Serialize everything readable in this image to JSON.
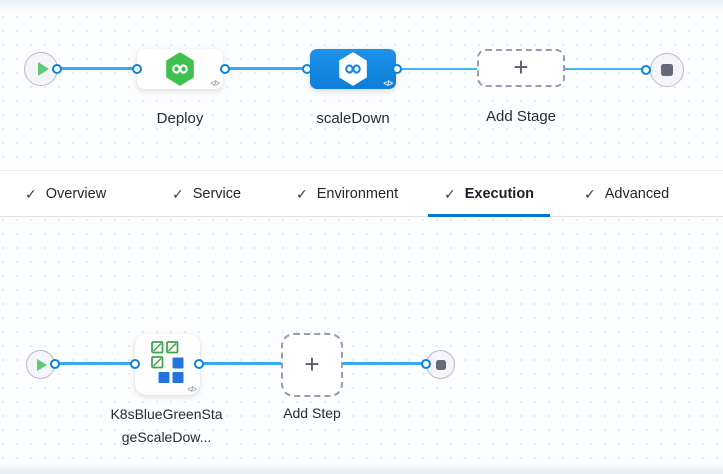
{
  "stage_canvas": {
    "stages": [
      {
        "label": "Deploy",
        "selected": false
      },
      {
        "label": "scaleDown",
        "selected": true
      },
      {
        "label": "Add Stage",
        "type": "add"
      }
    ]
  },
  "tab_bar": {
    "tabs": [
      {
        "label": "Overview",
        "checked": true
      },
      {
        "label": "Service",
        "checked": true
      },
      {
        "label": "Environment",
        "checked": true
      },
      {
        "label": "Execution",
        "checked": true,
        "active": true
      },
      {
        "label": "Advanced",
        "checked": true
      }
    ]
  },
  "execution_canvas": {
    "steps": [
      {
        "label": "K8sBlueGreenStageScaleDow..."
      },
      {
        "label": "Add Step",
        "type": "add"
      }
    ]
  },
  "icons": {
    "check_glyph": "✓",
    "plus_glyph": "+",
    "code_glyph": "</>"
  },
  "colors": {
    "accent_blue": "#0278d5",
    "selected_stage_blue": "#1385e6",
    "connector_blue": "#38a7f4",
    "connector_cyan": "#3fbbf2",
    "harness_green": "#3fc14f",
    "k8s_green": "#3fa14a",
    "k8s_blue": "#2374dc"
  }
}
